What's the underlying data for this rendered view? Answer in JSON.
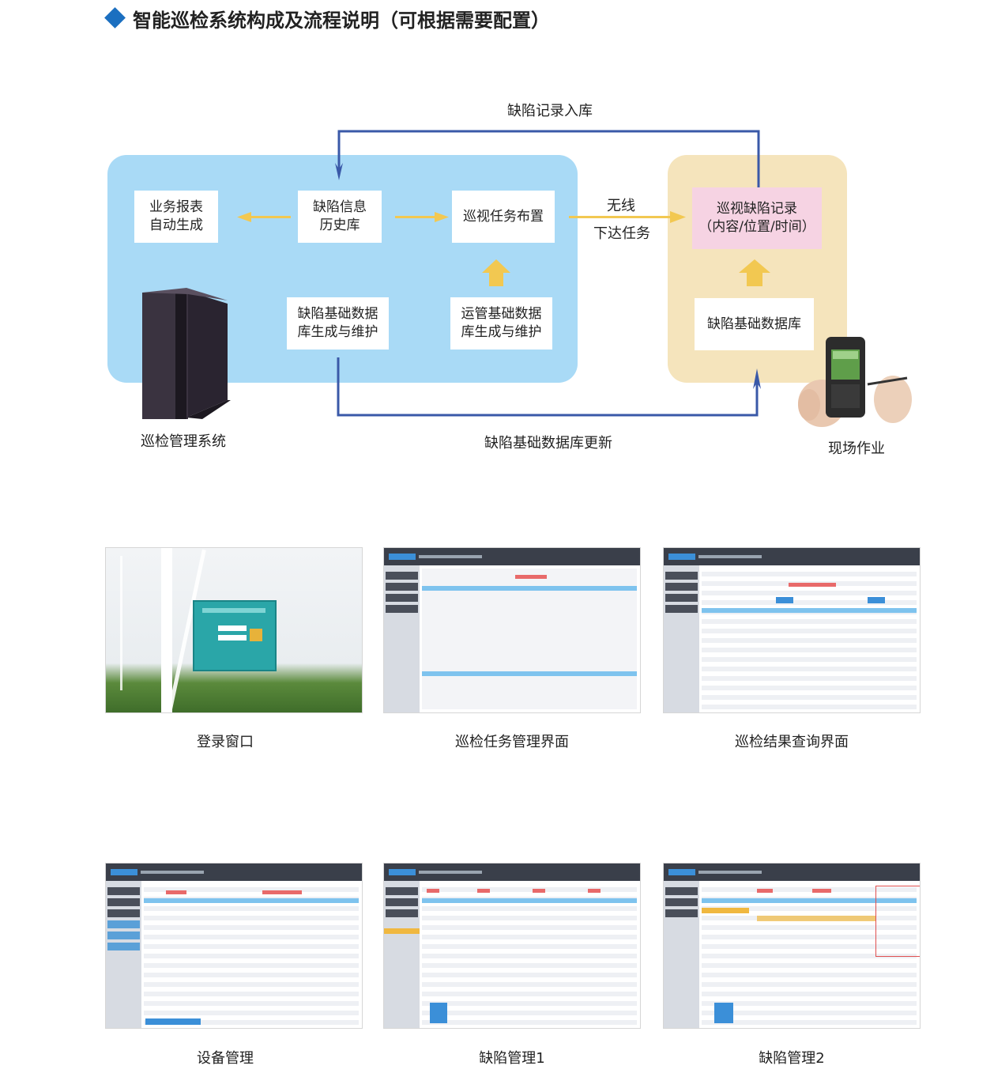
{
  "heading": "智能巡检系统构成及流程说明（可根据需要配置）",
  "diagram": {
    "top_flow_label": "缺陷记录入库",
    "bottom_flow_label": "缺陷基础数据库更新",
    "wireless_line1": "无线",
    "wireless_line2": "下达任务",
    "left_system_label": "巡检管理系统",
    "field_label": "现场作业",
    "boxes": {
      "report_l1": "业务报表",
      "report_l2": "自动生成",
      "history_l1": "缺陷信息",
      "history_l2": "历史库",
      "task": "巡视任务布置",
      "defectbase_l1": "缺陷基础数据",
      "defectbase_l2": "库生成与维护",
      "opsbase_l1": "运管基础数据",
      "opsbase_l2": "库生成与维护",
      "record_l1": "巡视缺陷记录",
      "record_l2": "（内容/位置/时间）",
      "dbright": "缺陷基础数据库"
    },
    "colors": {
      "blue_panel": "#a9daf6",
      "yellow_panel": "#f5e4bc",
      "flow_line": "#3a59a8",
      "arrow": "#f2c851",
      "pink_box": "#f6d3e3"
    }
  },
  "screenshots": [
    {
      "caption": "登录窗口"
    },
    {
      "caption": "巡检任务管理界面"
    },
    {
      "caption": "巡检结果查询界面"
    },
    {
      "caption": "设备管理"
    },
    {
      "caption": "缺陷管理1"
    },
    {
      "caption": "缺陷管理2"
    }
  ]
}
